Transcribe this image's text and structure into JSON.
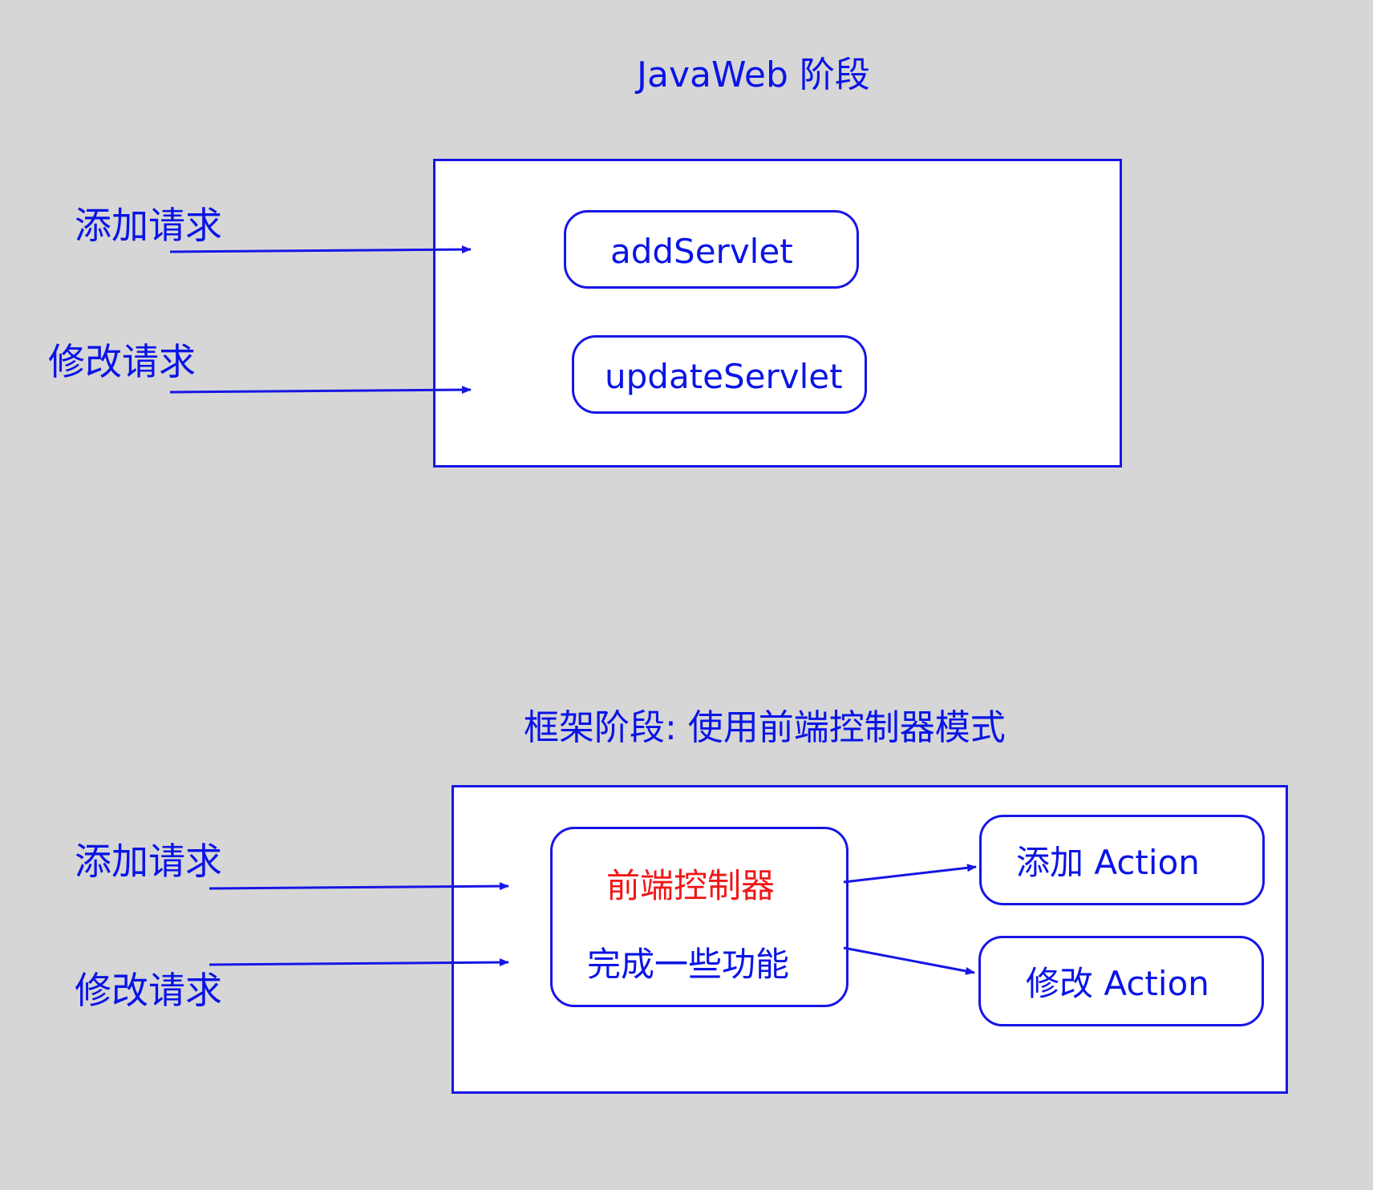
{
  "colors": {
    "background": "#d6d6d6",
    "stroke": "#1616e6",
    "text": "#0a14e6",
    "highlight": "#f01818"
  },
  "javaweb": {
    "title": "JavaWeb 阶段",
    "request_add": "添加请求",
    "request_update": "修改请求",
    "add_servlet": "addServlet",
    "update_servlet": "updateServlet"
  },
  "framework": {
    "title": "框架阶段: 使用前端控制器模式",
    "request_add": "添加请求",
    "request_update": "修改请求",
    "front_controller": "前端控制器",
    "front_controller_desc": "完成一些功能",
    "add_action": "添加  Action",
    "update_action": "修改   Action"
  }
}
